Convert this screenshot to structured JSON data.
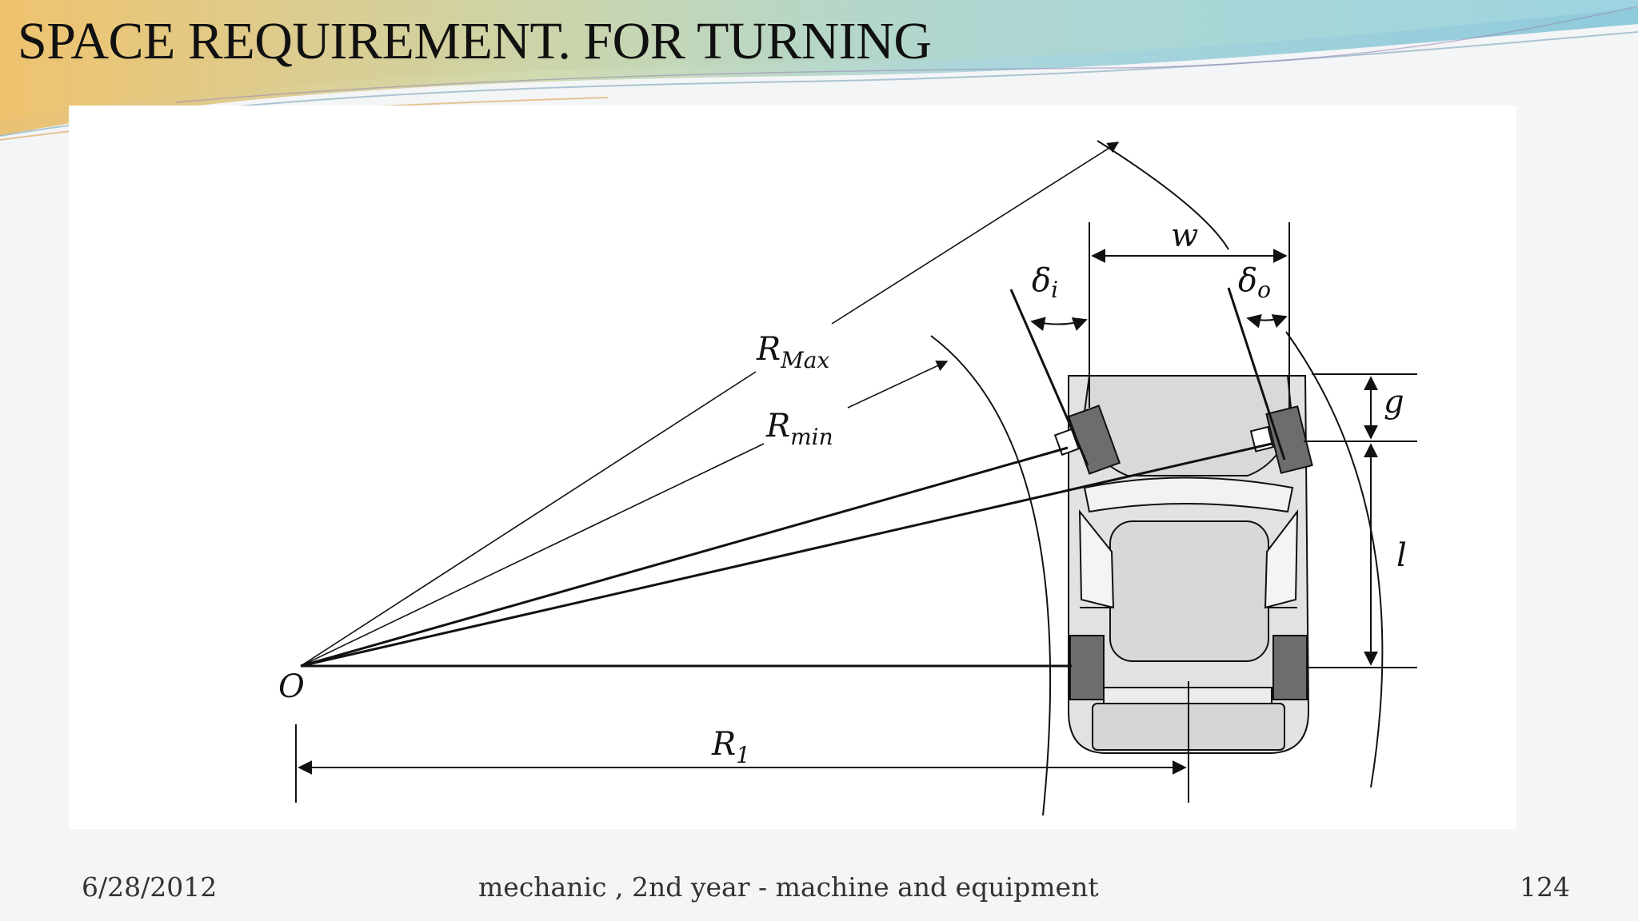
{
  "slide": {
    "title": "SPACE REQUIREMENT. FOR TURNING"
  },
  "diagram": {
    "labels": {
      "r_max": "R",
      "r_max_sub": "Max",
      "r_min": "R",
      "r_min_sub": "min",
      "r_1": "R",
      "r_1_sub": "1",
      "origin": "O",
      "w": "w",
      "g": "g",
      "l": "l",
      "delta_i": "δ",
      "delta_i_sub": "i",
      "delta_o": "δ",
      "delta_o_sub": "o"
    }
  },
  "footer": {
    "date": "6/28/2012",
    "course": "mechanic , 2nd year - machine and equipment",
    "page": "124"
  }
}
